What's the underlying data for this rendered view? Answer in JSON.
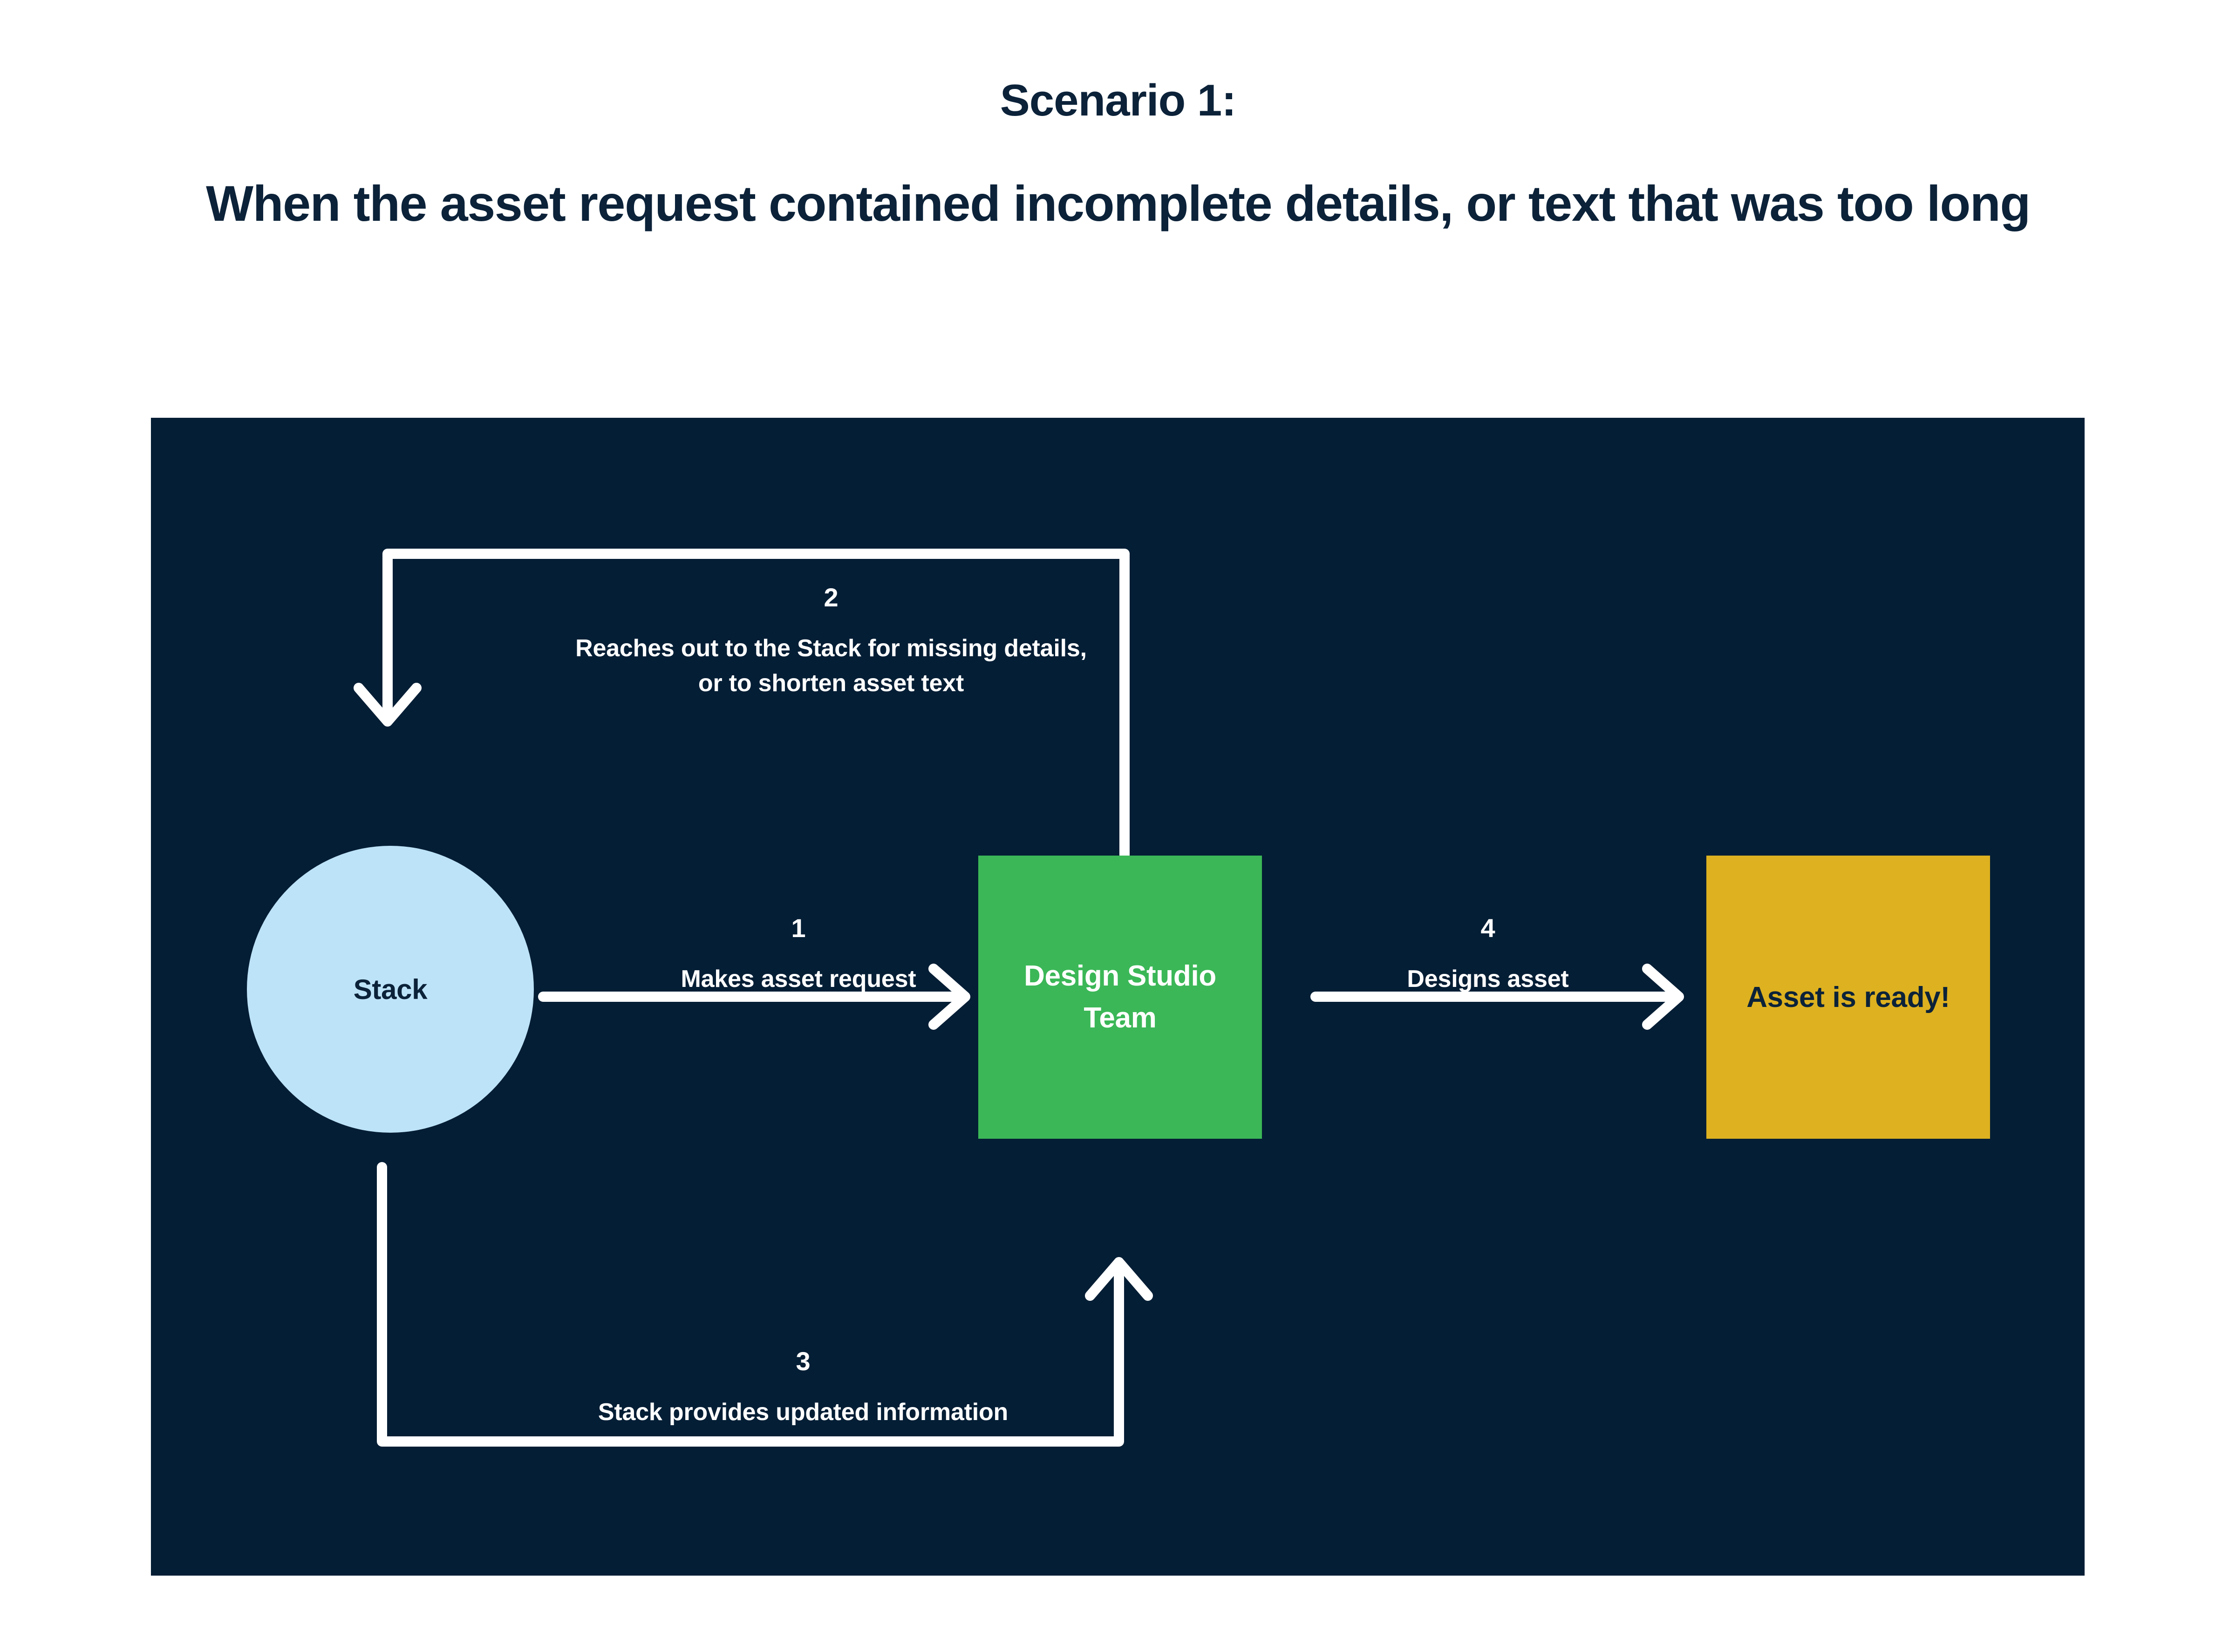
{
  "title": {
    "heading": "Scenario 1:",
    "subheading": "When the asset request contained incomplete details, or text that was too long"
  },
  "colors": {
    "page_background": "#ffffff",
    "panel_background": "#041E35",
    "title_text": "#0B2239",
    "stack_fill": "#BDE3F8",
    "design_team_fill": "#3BB757",
    "asset_ready_fill": "#DDB120",
    "connector": "#ffffff"
  },
  "diagram": {
    "nodes": [
      {
        "id": "stack",
        "label": "Stack",
        "shape": "circle"
      },
      {
        "id": "design-studio-team",
        "label": "Design Studio\nTeam",
        "shape": "rectangle"
      },
      {
        "id": "asset-is-ready",
        "label": "Asset is ready!",
        "shape": "rectangle"
      }
    ],
    "edges": [
      {
        "id": "step-1",
        "number": "1",
        "label": "Makes asset request",
        "from": "stack",
        "to": "design-studio-team",
        "direction": "right"
      },
      {
        "id": "step-2",
        "number": "2",
        "label": "Reaches out to the Stack for missing details,\nor to shorten asset text",
        "from": "design-studio-team",
        "to": "stack",
        "direction": "up-left-down"
      },
      {
        "id": "step-3",
        "number": "3",
        "label": "Stack provides updated information",
        "from": "stack",
        "to": "design-studio-team",
        "direction": "down-right-up"
      },
      {
        "id": "step-4",
        "number": "4",
        "label": "Designs asset",
        "from": "design-studio-team",
        "to": "asset-is-ready",
        "direction": "right"
      }
    ]
  }
}
